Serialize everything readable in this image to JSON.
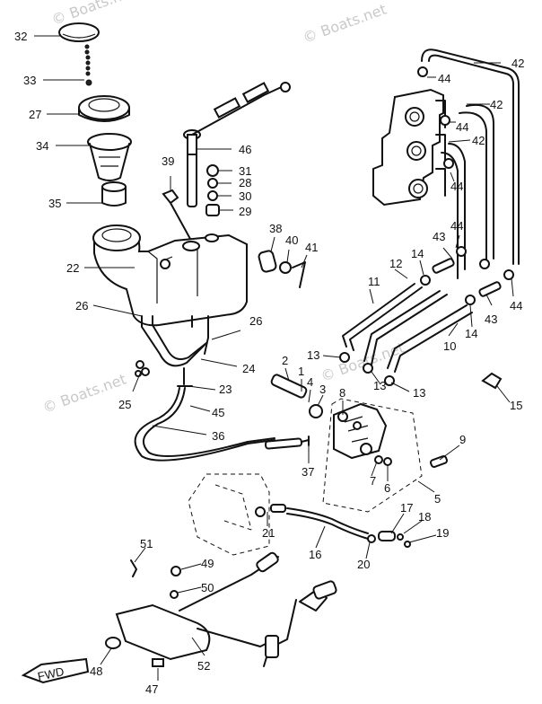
{
  "watermark": {
    "text": "© Boats.net"
  },
  "fwd_label": "FWD",
  "callouts": [
    {
      "label": "32"
    },
    {
      "label": "33"
    },
    {
      "label": "27"
    },
    {
      "label": "34"
    },
    {
      "label": "35"
    },
    {
      "label": "22"
    },
    {
      "label": "26"
    },
    {
      "label": "26"
    },
    {
      "label": "25"
    },
    {
      "label": "24"
    },
    {
      "label": "23"
    },
    {
      "label": "45"
    },
    {
      "label": "36"
    },
    {
      "label": "39"
    },
    {
      "label": "46"
    },
    {
      "label": "31"
    },
    {
      "label": "28"
    },
    {
      "label": "30"
    },
    {
      "label": "29"
    },
    {
      "label": "38"
    },
    {
      "label": "40"
    },
    {
      "label": "41"
    },
    {
      "label": "42"
    },
    {
      "label": "42"
    },
    {
      "label": "42"
    },
    {
      "label": "44"
    },
    {
      "label": "44"
    },
    {
      "label": "44"
    },
    {
      "label": "44"
    },
    {
      "label": "44"
    },
    {
      "label": "43"
    },
    {
      "label": "43"
    },
    {
      "label": "14"
    },
    {
      "label": "14"
    },
    {
      "label": "12"
    },
    {
      "label": "11"
    },
    {
      "label": "10"
    },
    {
      "label": "13"
    },
    {
      "label": "13"
    },
    {
      "label": "13"
    },
    {
      "label": "2"
    },
    {
      "label": "1"
    },
    {
      "label": "4"
    },
    {
      "label": "3"
    },
    {
      "label": "8"
    },
    {
      "label": "15"
    },
    {
      "label": "9"
    },
    {
      "label": "7"
    },
    {
      "label": "6"
    },
    {
      "label": "5"
    },
    {
      "label": "37"
    },
    {
      "label": "21"
    },
    {
      "label": "16"
    },
    {
      "label": "17"
    },
    {
      "label": "18"
    },
    {
      "label": "19"
    },
    {
      "label": "20"
    },
    {
      "label": "51"
    },
    {
      "label": "49"
    },
    {
      "label": "50"
    },
    {
      "label": "48"
    },
    {
      "label": "52"
    },
    {
      "label": "47"
    }
  ]
}
